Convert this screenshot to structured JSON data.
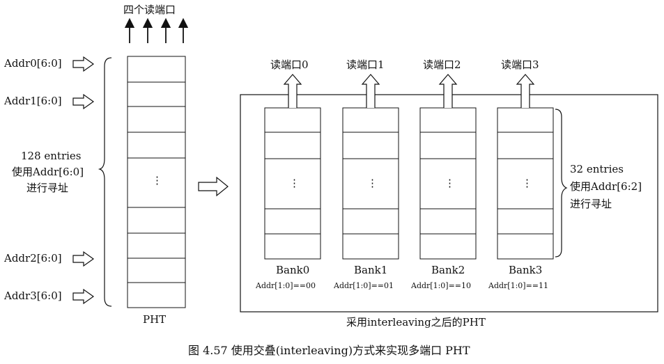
{
  "figure": {
    "read_ports_label": "四个读端口",
    "addr_labels": [
      "Addr0[6:0]",
      "Addr1[6:0]",
      "Addr2[6:0]",
      "Addr3[6:0]"
    ],
    "left_desc": [
      "128 entries",
      "使用Addr[6:0]",
      "进行寻址"
    ],
    "pht_label": "PHT",
    "bank_ports": [
      "读端口0",
      "读端口1",
      "读端口2",
      "读端口3"
    ],
    "banks": [
      {
        "name": "Bank0",
        "addr": "Addr[1:0]==00"
      },
      {
        "name": "Bank1",
        "addr": "Addr[1:0]==01"
      },
      {
        "name": "Bank2",
        "addr": "Addr[1:0]==10"
      },
      {
        "name": "Bank3",
        "addr": "Addr[1:0]==11"
      }
    ],
    "right_desc": [
      "32 entries",
      "使用Addr[6:2]",
      "进行寻址"
    ],
    "interleaved_label": "采用interleaving之后的PHT",
    "ellipsis": "⋮"
  },
  "caption": "图 4.57   使用交叠(interleaving)方式来实现多端口 PHT"
}
